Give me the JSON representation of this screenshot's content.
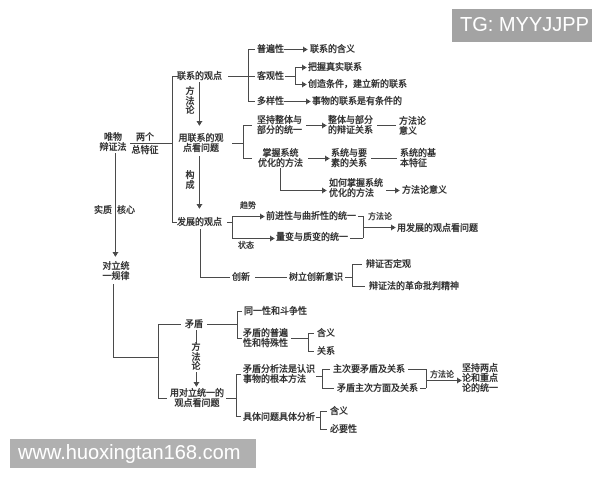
{
  "watermarks": {
    "telegram": "TG: MYYJJPP",
    "website": "www.huoxingtan168.com"
  },
  "colors": {
    "line": "#4a4a4a",
    "text": "#2f2f2f",
    "watermark_top_bg": "#a3a3a3",
    "watermark_bottom_bg": "#b0b0b0",
    "watermark_text": "#ffffff",
    "background": "#ffffff"
  },
  "nodes": {
    "root": "唯物\n辩证法",
    "two_features_top": "两个",
    "two_features_bottom": "总特征",
    "essence_left": "实质",
    "essence_right": "核心",
    "opposites_law": "对立统\n一规律",
    "connection_view": "联系的观点",
    "methodology_1": "方法论",
    "use_connection_view": "用联系的观\n点看问题",
    "constitute": "构成",
    "development_view": "发展的观点",
    "universality": "普遍性",
    "objectivity": "客观性",
    "diversity": "多样性",
    "connection_meaning": "联系的含义",
    "grasp_real": "把握真实联系",
    "create_conditions": "创造条件，建立新的联系",
    "conditional": "事物的联系是有条件的",
    "whole_part_unity": "坚持整体与\n部分的统一",
    "system_method": "掌握系统\n优化的方法",
    "whole_part_relation": "整体与部分\n的辩证关系",
    "methodology_meaning_a": "方法论\n意义",
    "system_element": "系统与要\n素的关系",
    "system_features": "系统的基\n本特征",
    "how_system": "如何掌握系统\n优化的方法",
    "methodology_meaning_b": "方法论意义",
    "trend": "趋势",
    "state": "状态",
    "forward_tortuous": "前进性与曲折性的统一",
    "quantity_quality": "量变与质变的统一",
    "methodology_2": "方法论",
    "use_development_view": "用发展的观点看问题",
    "innovation": "创新",
    "innovation_awareness": "树立创新意识",
    "dialectical_negation": "辩证否定观",
    "critical_spirit": "辩证法的革命批判精神",
    "contradiction": "矛盾",
    "methodology_3": "方法论",
    "use_opposites_view": "用对立统一的\n观点看问题",
    "identity_struggle": "同一性和斗争性",
    "universality_particularity": "矛盾的普遍\n性和特殊性",
    "meaning_a": "含义",
    "relation": "关系",
    "analysis_method": "矛盾分析法是认识\n事物的根本方法",
    "concrete_analysis": "具体问题具体分析",
    "principal_contradiction": "主次要矛盾及关系",
    "principal_aspect": "矛盾主次方面及关系",
    "methodology_4": "方法论",
    "two_points": "坚持两点\n论和重点\n论的统一",
    "meaning_b": "含义",
    "necessity": "必要性"
  }
}
